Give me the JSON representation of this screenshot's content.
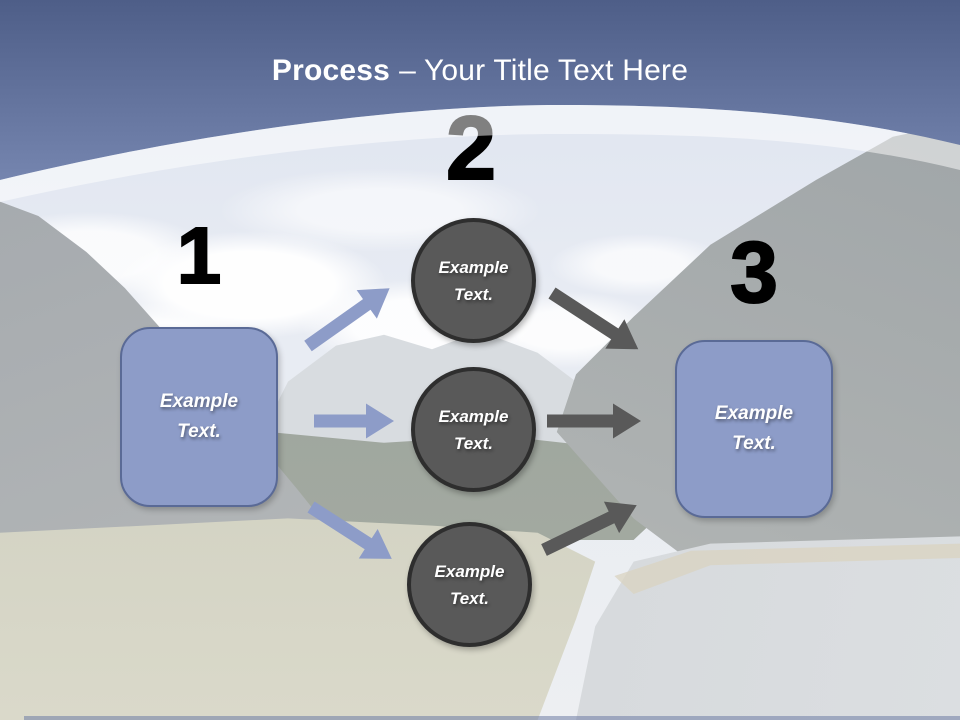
{
  "slide": {
    "title": {
      "emphasis": "Process",
      "rest": "– Your Title Text Here"
    },
    "diagram": {
      "numbers": [
        "1",
        "2",
        "3"
      ],
      "left_box": {
        "line1": "Example",
        "line2": "Text."
      },
      "circles": [
        {
          "line1": "Example",
          "line2": "Text."
        },
        {
          "line1": "Example",
          "line2": "Text."
        },
        {
          "line1": "Example",
          "line2": "Text."
        }
      ],
      "right_box": {
        "line1": "Example",
        "line2": "Text."
      }
    },
    "background": "faded mountain valley photograph"
  },
  "colors": {
    "header_top": "#4e5e88",
    "header_bottom": "#7585af",
    "title_text": "#ffffff",
    "box_fill": "#8d9cc8",
    "box_border": "#5a6a96",
    "circle_fill": "#595959",
    "circle_border": "#2e2e2e",
    "arrow_blue": "#8d9cc8",
    "arrow_gray": "#595959",
    "number_color": "#000000"
  }
}
